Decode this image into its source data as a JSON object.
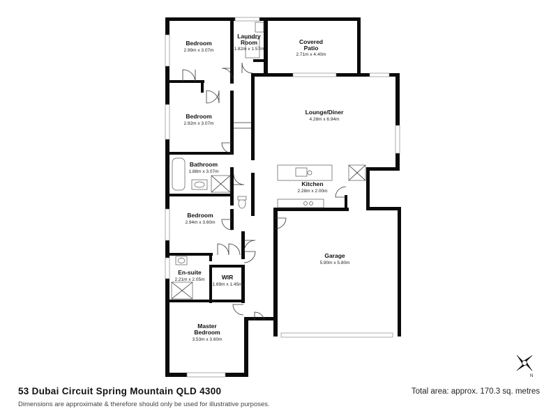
{
  "rooms": {
    "bedroom1": {
      "name": "Bedroom",
      "dims": "2.99m x 3.07m"
    },
    "laundry": {
      "name_line1": "Laundry",
      "name_line2": "Room",
      "dims": "1.82m x 1.57m"
    },
    "patio": {
      "name_line1": "Covered",
      "name_line2": "Patio",
      "dims": "2.71m x 4.40m"
    },
    "bedroom2": {
      "name": "Bedroom",
      "dims": "2.92m x 3.07m"
    },
    "lounge": {
      "name": "Lounge/Diner",
      "dims": "4.28m x 6.94m"
    },
    "bathroom": {
      "name": "Bathroom",
      "dims": "1.88m x 3.07m"
    },
    "kitchen": {
      "name": "Kitchen",
      "dims": "2.28m x 2.00m"
    },
    "bedroom3": {
      "name": "Bedroom",
      "dims": "2.94m x 3.60m"
    },
    "garage": {
      "name": "Garage",
      "dims": "5.90m x 5.80m"
    },
    "ensuite": {
      "name": "En-suite",
      "dims": "2.21m x 2.05m"
    },
    "wir": {
      "name": "WIR",
      "dims": "1.69m x 1.45m"
    },
    "master": {
      "name_line1": "Master",
      "name_line2": "Bedroom",
      "dims": "3.53m x 3.60m"
    }
  },
  "compass": {
    "north_label": "N",
    "icon": "compass-icon"
  },
  "footer": {
    "address": "53 Dubai Circuit Spring Mountain QLD 4300",
    "disclaimer": "Dimensions are approximate & therefore should only be used for illustrative purposes.",
    "total_area": "Total area: approx. 170.3 sq. metres"
  }
}
